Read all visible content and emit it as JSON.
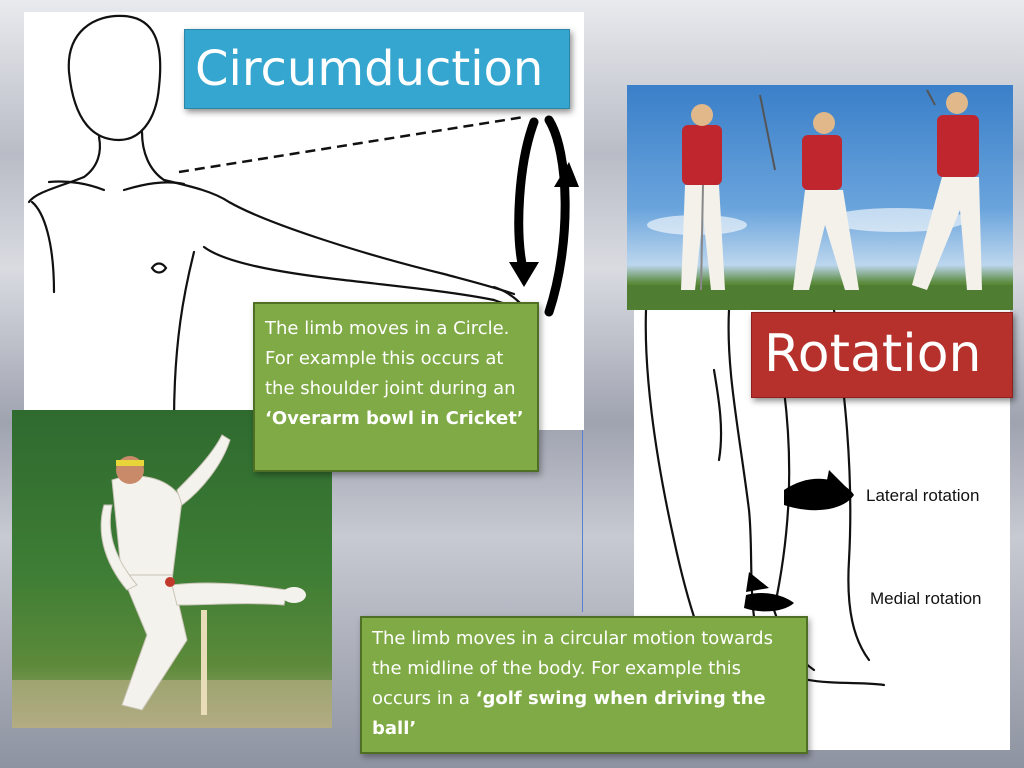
{
  "circumduction": {
    "title": "Circumduction",
    "description_plain": "The limb moves in a Circle. For example this occurs at the shoulder joint during an ",
    "description_bold": "‘Overarm bowl in Cricket’"
  },
  "rotation": {
    "title": "Rotation",
    "description_plain": "The limb moves in a circular motion towards the midline of the body. For example this occurs in a ",
    "description_bold": "‘golf swing when driving the ball’",
    "lateral_label": "Lateral rotation",
    "medial_label": "Medial rotation"
  },
  "colors": {
    "circumduction_title_bg": "#35a6cf",
    "rotation_title_bg": "#b7312c",
    "note_bg": "#7faa45"
  }
}
